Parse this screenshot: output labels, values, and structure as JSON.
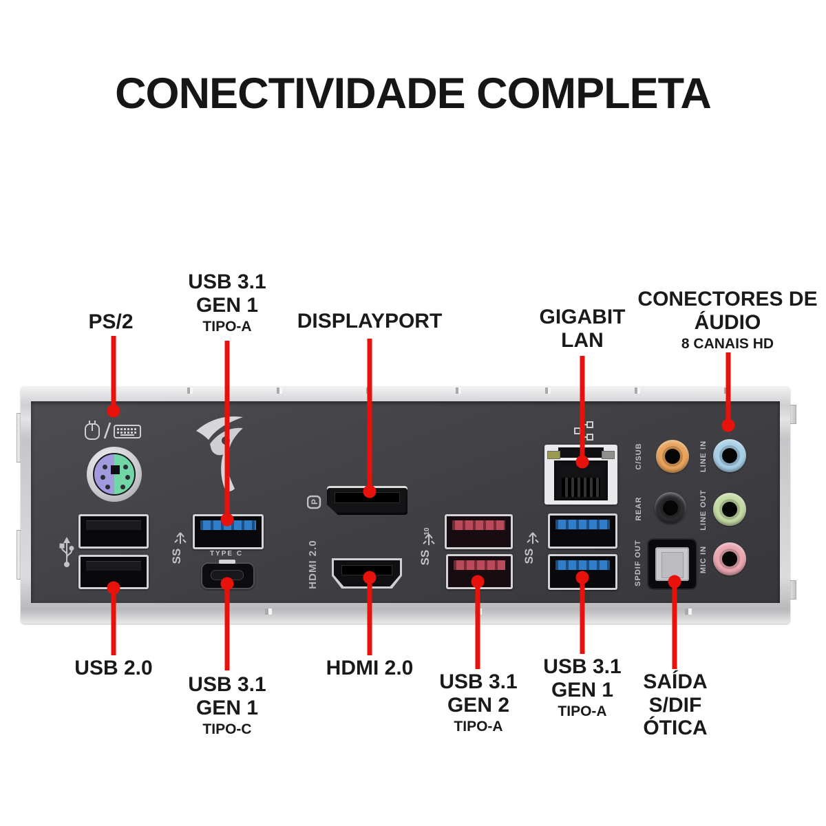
{
  "title": "CONECTIVIDADE COMPLETA",
  "callouts": {
    "ps2": {
      "line1": "PS/2"
    },
    "usb31_gen1_a_top": {
      "line1": "USB 3.1",
      "line2": "GEN 1",
      "line3": "TIPO-A"
    },
    "displayport": {
      "line1": "DISPLAYPORT"
    },
    "gigabit_lan": {
      "line1": "GIGABIT",
      "line2": "LAN"
    },
    "audio": {
      "line1": "CONECTORES DE",
      "line2": "ÁUDIO",
      "line3": "8 CANAIS HD"
    },
    "usb20": {
      "line1": "USB 2.0"
    },
    "usb31_gen1_c": {
      "line1": "USB 3.1",
      "line2": "GEN 1",
      "line3": "TIPO-C"
    },
    "hdmi20": {
      "line1": "HDMI 2.0"
    },
    "usb31_gen2_a": {
      "line1": "USB 3.1",
      "line2": "GEN 2",
      "line3": "TIPO-A"
    },
    "usb31_gen1_a_bottom": {
      "line1": "USB 3.1",
      "line2": "GEN 1",
      "line3": "TIPO-A"
    },
    "spdif_out": {
      "line1": "SAÍDA",
      "line2": "S/DIF",
      "line3": "ÓTICA"
    }
  },
  "panel_labels": {
    "type_c": "TYPE C",
    "hdmi": "HDMI 2.0",
    "c_sub": "C/SUB",
    "rear": "REAR",
    "spdif_out": "SPDIF OUT",
    "line_in": "LINE IN",
    "line_out": "LINE OUT",
    "mic_in": "MIC IN",
    "ss": "SS",
    "ss10_sup": "10",
    "dp_glyph": "P"
  },
  "icons": {
    "mouse_icon": "ps2-mouse outline glyph",
    "keyboard_icon": "ps2-keyboard outline glyph",
    "rog_logo": "ASUS ROG eye emblem",
    "usb_trident_icon": "USB 2.0 trident",
    "superspeed_icon": "USB SuperSpeed SS trident",
    "superspeed10_icon": "USB SuperSpeed 10 SS trident",
    "displayport_icon": "DisplayPort logo",
    "lan_icon": "network nodes glyph"
  },
  "colors": {
    "accent_red": "#e8120c",
    "panel_dark": "#3f3f44",
    "bracket_silver": "#d9d9dc",
    "ps2_purple": "#a29ade",
    "ps2_green": "#72d6a6",
    "usb3_blue": "#2f7ec7",
    "usb31_gen2_red": "#b84a5a",
    "jack_c_sub": "#e8a35c",
    "jack_line_in": "#a8cfe8",
    "jack_line_out": "#c3d9a3",
    "jack_mic_in": "#eba6b0",
    "jack_rear": "#2d2d30",
    "label_black": "#1a1a1a",
    "port_label_gray": "#bfbfc3"
  }
}
